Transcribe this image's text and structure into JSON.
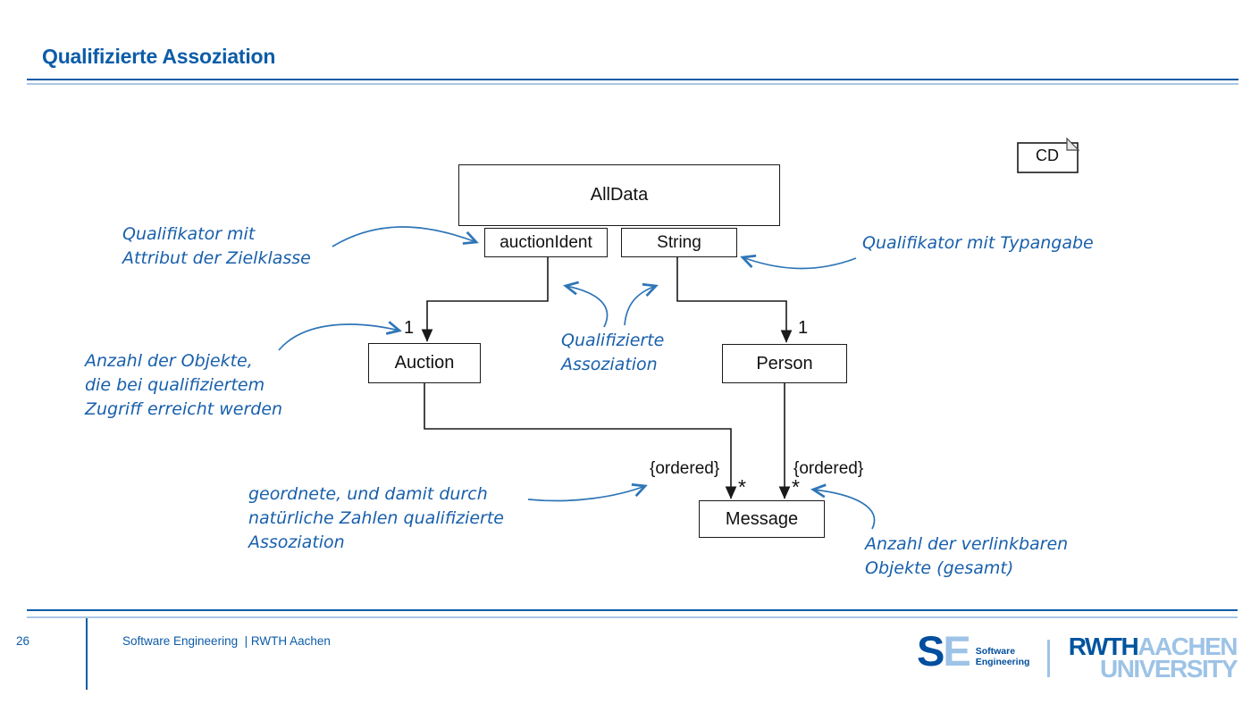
{
  "slide": {
    "title": "Qualifizierte Assoziation",
    "note_tag": "CD"
  },
  "colors": {
    "brand_blue": "#0c5ca8",
    "rwth_dark_blue": "#00549f",
    "rwth_light_blue": "#9dc3e6",
    "annotation_blue": "#185fab",
    "arrow_blue": "#2e75b6",
    "diagram_line": "#1a1a1a"
  },
  "diagram": {
    "classes": {
      "alldata": "AllData",
      "auction": "Auction",
      "person": "Person",
      "message": "Message"
    },
    "qualifiers": {
      "auction_ident": "auctionIdent",
      "string": "String"
    },
    "multiplicity_one_left": "1",
    "multiplicity_one_right": "1",
    "multiplicity_many_left": "*",
    "multiplicity_many_right": "*",
    "constraint_left": "{ordered}",
    "constraint_right": "{ordered}"
  },
  "annotations": {
    "qualifier_attribute": {
      "lines": [
        "Qualifikator mit",
        "Attribut der Zielklasse"
      ]
    },
    "qualifier_type": {
      "lines": [
        "Qualifikator mit Typangabe"
      ]
    },
    "object_count_qualified": {
      "lines": [
        "Anzahl der Objekte,",
        "die bei qualifiziertem",
        "Zugriff erreicht werden"
      ]
    },
    "qualified_association": {
      "lines": [
        "Qualifizierte",
        "Assoziation"
      ]
    },
    "ordered_association": {
      "lines": [
        "geordnete, und damit durch",
        "natürliche Zahlen qualifizierte",
        "Assoziation"
      ]
    },
    "linkable_objects": {
      "lines": [
        "Anzahl der verlinkbaren",
        "Objekte (gesamt)"
      ]
    }
  },
  "footer": {
    "page_number": "26",
    "text": "Software Engineering  | RWTH Aachen",
    "se_logo": {
      "s": "S",
      "e": "E",
      "caption_line1": "Software",
      "caption_line2": "Engineering"
    },
    "rwth_logo": {
      "rwth": "RWTH",
      "aachen": "AACHEN",
      "university": "UNIVERSITY"
    }
  }
}
